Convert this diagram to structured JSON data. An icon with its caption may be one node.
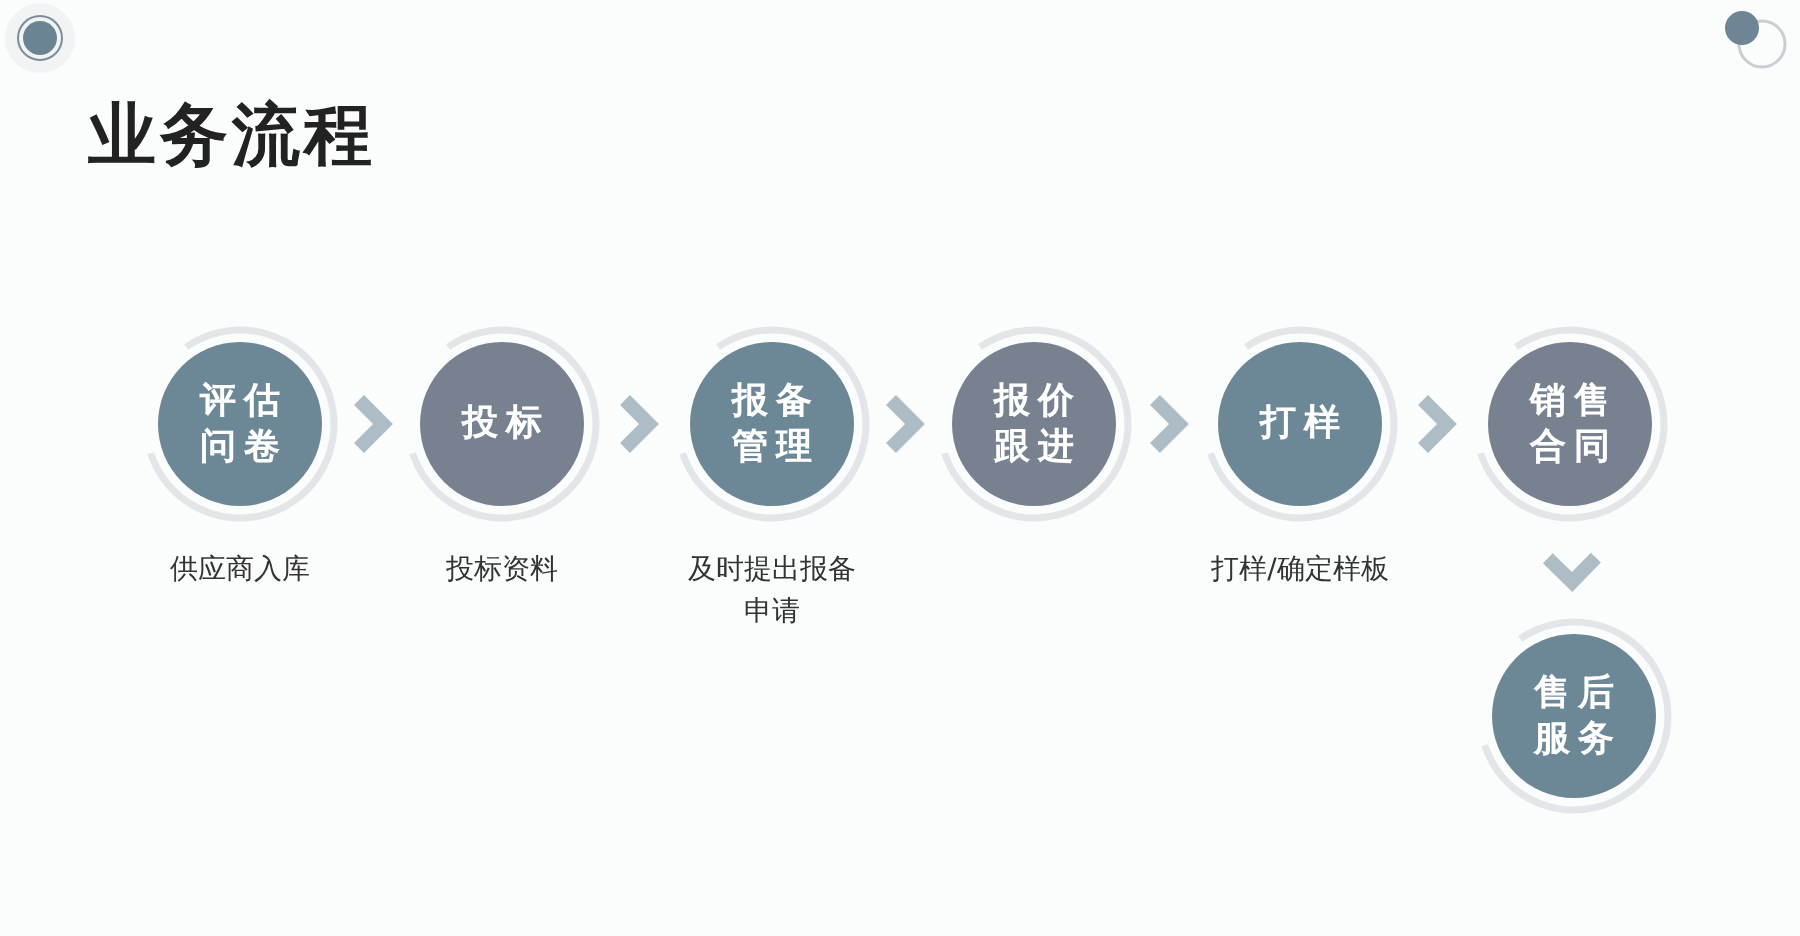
{
  "diagram": {
    "title": "业务流程",
    "nodes": [
      {
        "text": [
          "评估问卷"
        ],
        "beside": [
          "供应商入库"
        ]
      },
      {
        "text": [
          "投标"
        ],
        "beside": [
          "投标资料"
        ]
      },
      {
        "text": [
          "报备管理"
        ],
        "beside": [
          "及时提出报备申请"
        ]
      },
      {
        "text": [
          "报价跟进"
        ]
      },
      {
        "text": [
          "打样"
        ],
        "beside": [
          "打样/确定样板"
        ]
      },
      {
        "text": [
          "销售合同"
        ]
      },
      {
        "text": [
          "售后服务"
        ]
      }
    ],
    "edges": [
      {
        "from": 0,
        "to": 1,
        "arrow": "to"
      },
      {
        "from": 1,
        "to": 2,
        "arrow": "to"
      },
      {
        "from": 2,
        "to": 3,
        "arrow": "to"
      },
      {
        "from": 3,
        "to": 4,
        "arrow": "to"
      },
      {
        "from": 4,
        "to": 5,
        "arrow": "to"
      },
      {
        "from": 5,
        "to": 6,
        "arrow": "to"
      }
    ]
  }
}
